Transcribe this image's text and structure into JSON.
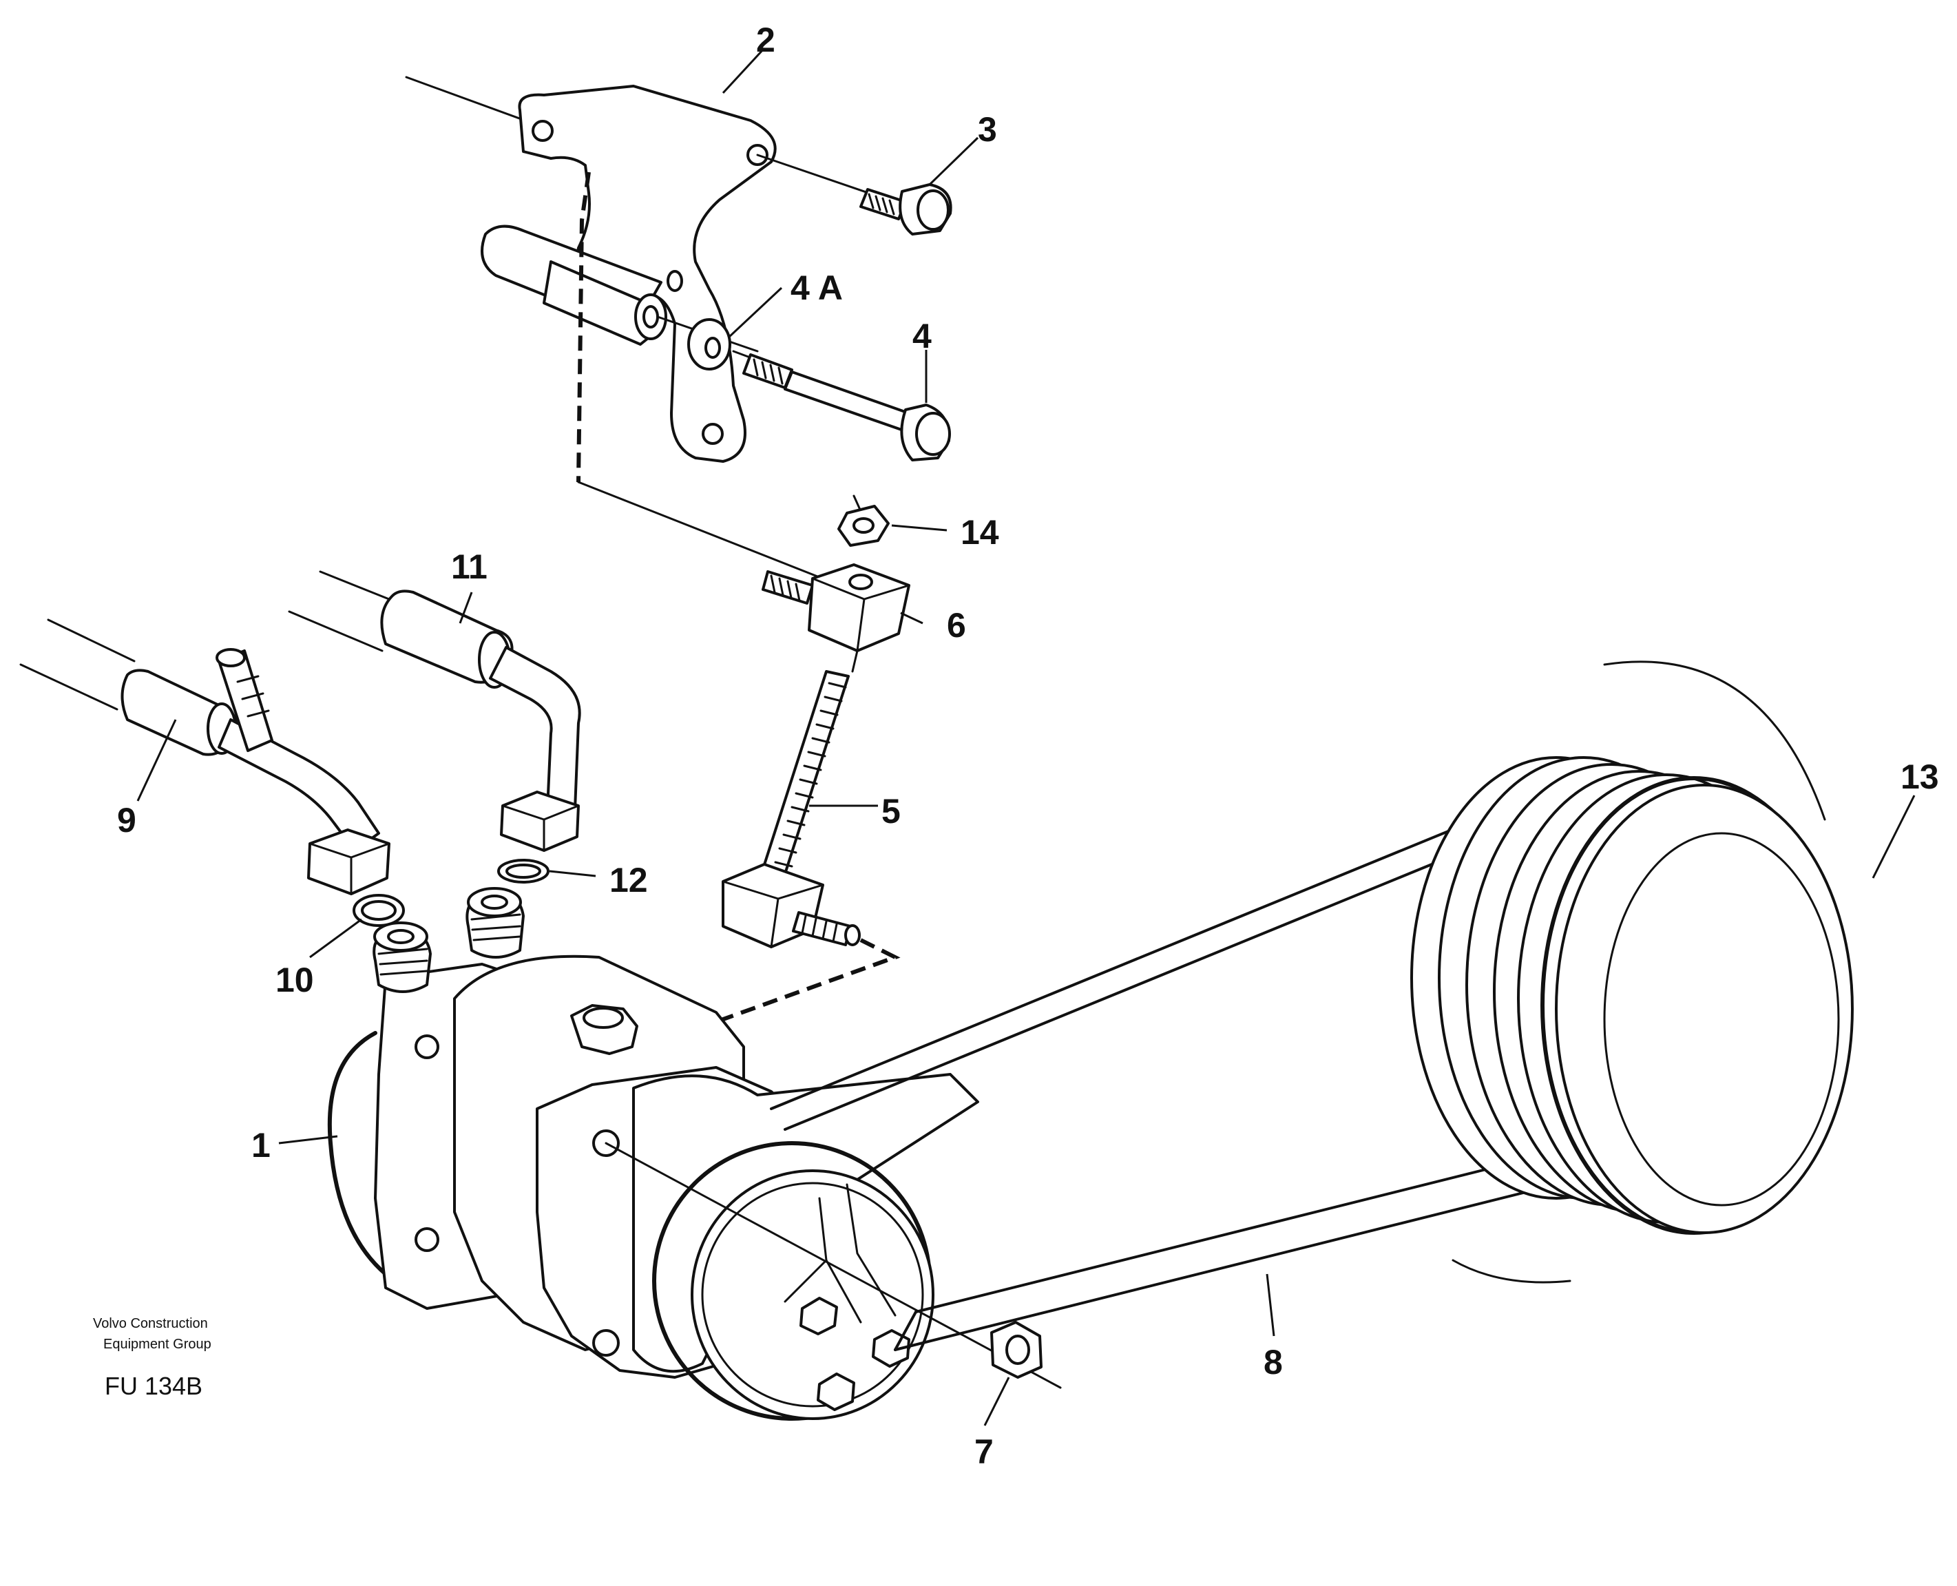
{
  "callouts": {
    "c1": "1",
    "c2": "2",
    "c3": "3",
    "c4a": "4 A",
    "c4": "4",
    "c14": "14",
    "c11": "11",
    "c6": "6",
    "c9": "9",
    "c5": "5",
    "c12": "12",
    "c10": "10",
    "c13": "13",
    "c8": "8",
    "c7": "7"
  },
  "credit": {
    "line1": "Volvo Construction",
    "line2": "Equipment Group"
  },
  "figure_code": "FU 134B"
}
